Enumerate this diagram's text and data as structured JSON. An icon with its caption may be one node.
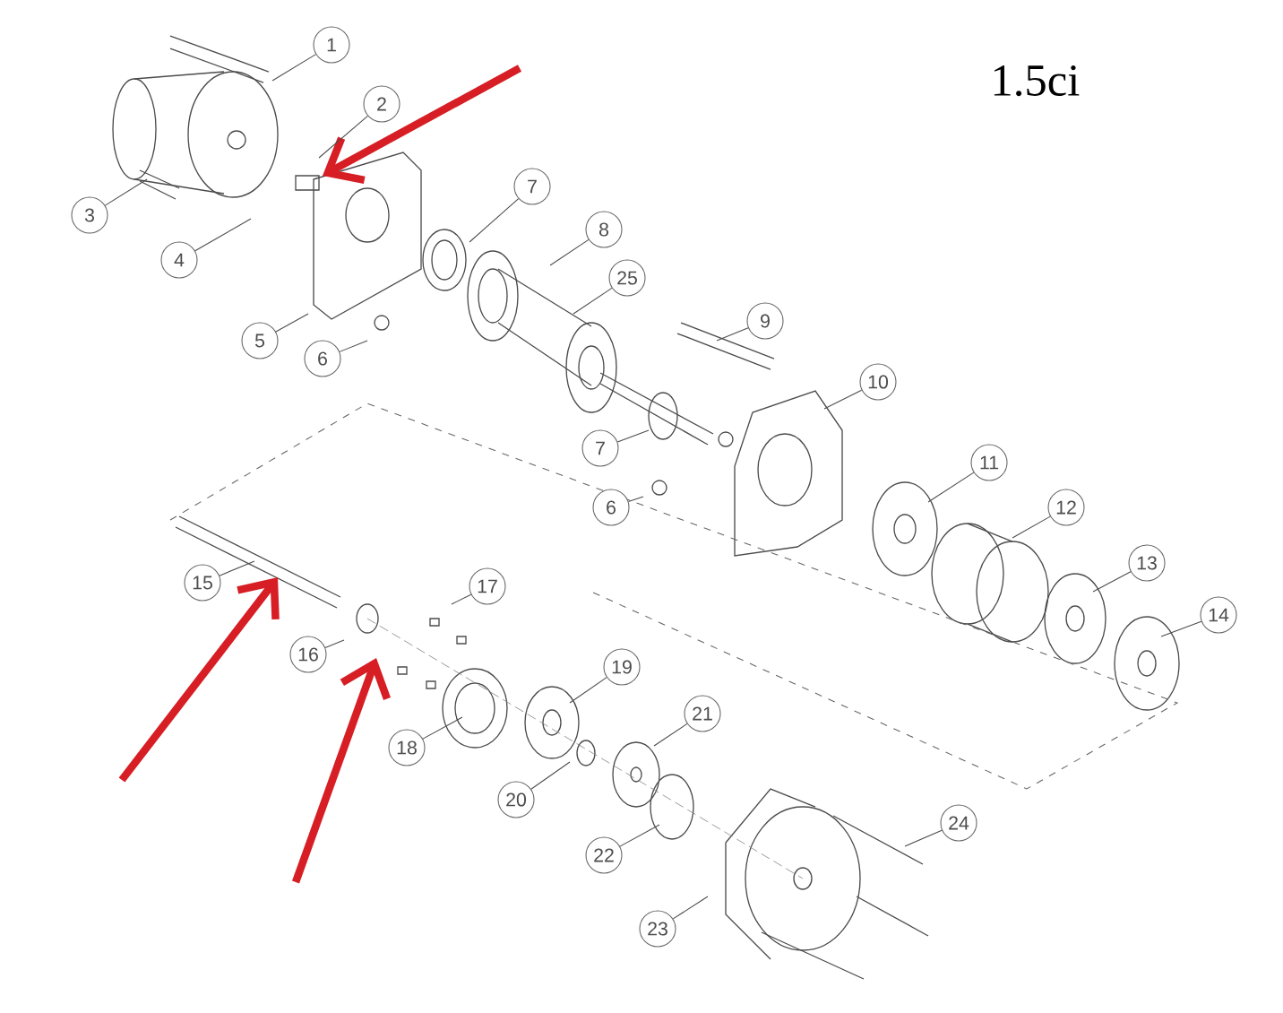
{
  "diagram": {
    "nodes": [
      {
        "text": [
          "1"
        ]
      },
      {
        "text": [
          "2"
        ]
      },
      {
        "text": [
          "7"
        ]
      },
      {
        "text": [
          "3"
        ]
      },
      {
        "text": [
          "8"
        ]
      },
      {
        "text": [
          "4"
        ]
      },
      {
        "text": [
          "25"
        ]
      },
      {
        "text": [
          "9"
        ]
      },
      {
        "text": [
          "5"
        ]
      },
      {
        "text": [
          "6"
        ]
      },
      {
        "text": [
          "10"
        ]
      },
      {
        "text": [
          "7"
        ]
      },
      {
        "text": [
          "11"
        ]
      },
      {
        "text": [
          "6"
        ]
      },
      {
        "text": [
          "12"
        ]
      },
      {
        "text": [
          "13"
        ]
      },
      {
        "text": [
          "15"
        ]
      },
      {
        "text": [
          "17"
        ]
      },
      {
        "text": [
          "14"
        ]
      },
      {
        "text": [
          "16"
        ]
      },
      {
        "text": [
          "19"
        ]
      },
      {
        "text": [
          "21"
        ]
      },
      {
        "text": [
          "18"
        ]
      },
      {
        "text": [
          "20"
        ]
      },
      {
        "text": [
          "24"
        ]
      },
      {
        "text": [
          "22"
        ]
      },
      {
        "text": [
          "23"
        ]
      }
    ],
    "edges": [
      {
        "from": 0,
        "to": null,
        "arrow": "none"
      },
      {
        "from": 1,
        "to": null,
        "arrow": "none"
      },
      {
        "from": 2,
        "to": null,
        "arrow": "none"
      },
      {
        "from": 3,
        "to": null,
        "arrow": "none"
      },
      {
        "from": 4,
        "to": null,
        "arrow": "none"
      },
      {
        "from": 5,
        "to": null,
        "arrow": "none"
      },
      {
        "from": 6,
        "to": null,
        "arrow": "none"
      },
      {
        "from": 7,
        "to": null,
        "arrow": "none"
      },
      {
        "from": 8,
        "to": null,
        "arrow": "none"
      },
      {
        "from": 9,
        "to": null,
        "arrow": "none"
      },
      {
        "from": 10,
        "to": null,
        "arrow": "none"
      },
      {
        "from": 11,
        "to": null,
        "arrow": "none"
      },
      {
        "from": 12,
        "to": null,
        "arrow": "none"
      },
      {
        "from": 13,
        "to": null,
        "arrow": "none"
      },
      {
        "from": 14,
        "to": null,
        "arrow": "none"
      },
      {
        "from": 15,
        "to": null,
        "arrow": "none"
      },
      {
        "from": 16,
        "to": null,
        "arrow": "none"
      },
      {
        "from": 17,
        "to": null,
        "arrow": "none"
      },
      {
        "from": 18,
        "to": null,
        "arrow": "none"
      },
      {
        "from": 19,
        "to": null,
        "arrow": "none"
      },
      {
        "from": 20,
        "to": null,
        "arrow": "none"
      },
      {
        "from": 21,
        "to": null,
        "arrow": "none"
      },
      {
        "from": 22,
        "to": null,
        "arrow": "none"
      },
      {
        "from": 23,
        "to": null,
        "arrow": "none"
      },
      {
        "from": 24,
        "to": null,
        "arrow": "none"
      },
      {
        "from": 25,
        "to": null,
        "arrow": "none"
      },
      {
        "from": 26,
        "to": null,
        "arrow": "none"
      }
    ],
    "labels": [
      "1.5ci"
    ]
  }
}
